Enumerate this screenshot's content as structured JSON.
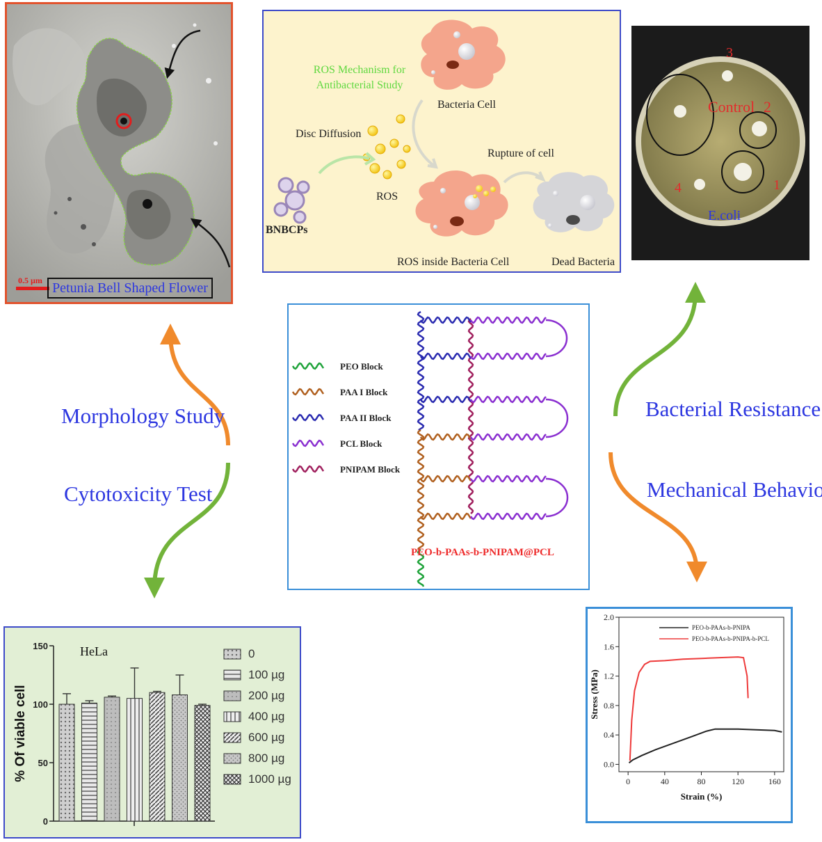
{
  "tem_panel": {
    "caption": "Petunia Bell Shaped Flower",
    "scale": "0.5 µm",
    "border_color": "#e2532d"
  },
  "ros_panel": {
    "title": "ROS Mechanism for Antibacterial Study",
    "bacteria_cell": "Bacteria Cell",
    "disc_diffusion": "Disc Diffusion",
    "rupture": "Rupture of cell",
    "ros": "ROS",
    "bnbcps": "BNBCPs",
    "ros_inside": "ROS inside Bacteria Cell",
    "dead_bacteria": "Dead Bacteria",
    "bg_color": "#fdf3cd",
    "border_color": "#3d4ac9"
  },
  "plate_panel": {
    "labels": {
      "n1": "1",
      "n2": "2",
      "n3": "3",
      "n4": "4",
      "control": "Control",
      "organism": "E.coli"
    }
  },
  "polymer_panel": {
    "legend": [
      {
        "label": "PEO Block",
        "color": "#1fa33a"
      },
      {
        "label": "PAA I Block",
        "color": "#b0601f"
      },
      {
        "label": "PAA II Block",
        "color": "#2a2bb0"
      },
      {
        "label": "PCL Block",
        "color": "#8a2fd0"
      },
      {
        "label": "PNIPAM Block",
        "color": "#a0205e"
      }
    ],
    "product": "PEO-b-PAAs-b-PNIPAM@PCL",
    "border_color": "#3a8fd8"
  },
  "flow_labels": {
    "morphology": "Morphology Study",
    "cytotoxicity": "Cytotoxicity Test",
    "bacterial": "Bacterial Resistance",
    "mechanical": "Mechanical Behaviour"
  },
  "arrow_colors": {
    "orange": "#f08a2c",
    "green": "#72b33a"
  },
  "chart_data": [
    {
      "type": "bar",
      "title": "HeLa",
      "ylabel": "% Of viable cell",
      "ylim": [
        0,
        150
      ],
      "yticks": [
        "0",
        "50",
        "100",
        "150"
      ],
      "categories": [
        "0",
        "100 µg",
        "200 µg",
        "400 µg",
        "600 µg",
        "800 µg",
        "1000 µg"
      ],
      "values": [
        100,
        101,
        106,
        105,
        110,
        108,
        99
      ],
      "errors": [
        9,
        2,
        1,
        26,
        1,
        17,
        1
      ],
      "legend_placement": "right"
    },
    {
      "type": "line",
      "xlabel": "Strain (%)",
      "ylabel": "Stress (MPa)",
      "xlim": [
        -10,
        170
      ],
      "ylim": [
        -0.1,
        2.0
      ],
      "xticks": [
        "0",
        "40",
        "80",
        "120",
        "160"
      ],
      "yticks": [
        "0.0",
        "0.4",
        "0.8",
        "1.2",
        "1.6",
        "2.0"
      ],
      "legend_placement": "top-right",
      "series": [
        {
          "name": "PEO-b-PAAs-b-PNIPA",
          "color": "#222222",
          "x": [
            1,
            5,
            15,
            30,
            50,
            70,
            85,
            95,
            120,
            140,
            160,
            168
          ],
          "y": [
            0.02,
            0.06,
            0.12,
            0.2,
            0.29,
            0.38,
            0.45,
            0.48,
            0.48,
            0.47,
            0.46,
            0.44
          ]
        },
        {
          "name": "PEO-b-PAAs-b-PNIPA-b-PCL",
          "color": "#ee3a3a",
          "x": [
            2,
            4,
            7,
            12,
            18,
            24,
            40,
            60,
            80,
            100,
            120,
            126,
            130,
            131
          ],
          "y": [
            0.05,
            0.6,
            1.0,
            1.25,
            1.36,
            1.4,
            1.41,
            1.43,
            1.44,
            1.45,
            1.46,
            1.45,
            1.2,
            0.9
          ]
        }
      ]
    }
  ]
}
